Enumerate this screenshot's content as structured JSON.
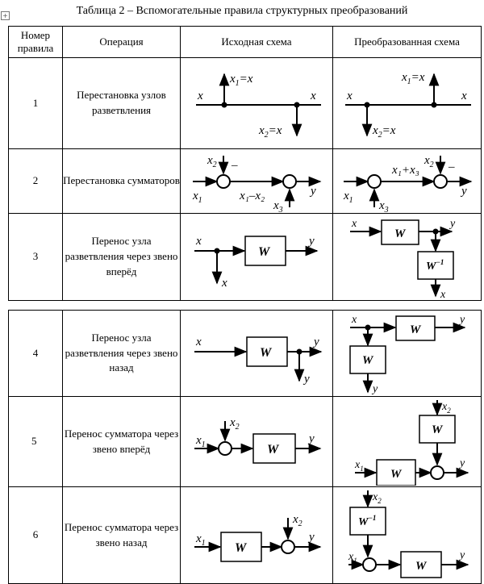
{
  "caption": "Таблица 2 – Вспомогательные правила структурных преобразований",
  "anchor_glyph": "+",
  "headers": {
    "num": "Номер правила",
    "op": "Операция",
    "src": "Исходная схема",
    "dst": "Преобразованная схема"
  },
  "rows": [
    {
      "num": "1",
      "op": "Перестановка узлов разветвления"
    },
    {
      "num": "2",
      "op": "Перестановка сумматоров"
    },
    {
      "num": "3",
      "op": "Перенос узла разветвления через звено вперёд"
    },
    {
      "num": "4",
      "op": "Перенос узла разветвления через звено назад"
    },
    {
      "num": "5",
      "op": "Перенос сумматора через звено вперёд"
    },
    {
      "num": "6",
      "op": "Перенос сумматора через звено назад"
    }
  ],
  "symbols": {
    "x": "x",
    "y": "y",
    "W": "W",
    "Winv": "W",
    "inv": "−1",
    "x1": "x",
    "x2": "x",
    "x3": "x",
    "s1": "1",
    "s2": "2",
    "s3": "3",
    "eqx": "=x",
    "minus": "–",
    "x1mx2": "x₁–x₂",
    "x1px3": "x₁+x₃"
  }
}
